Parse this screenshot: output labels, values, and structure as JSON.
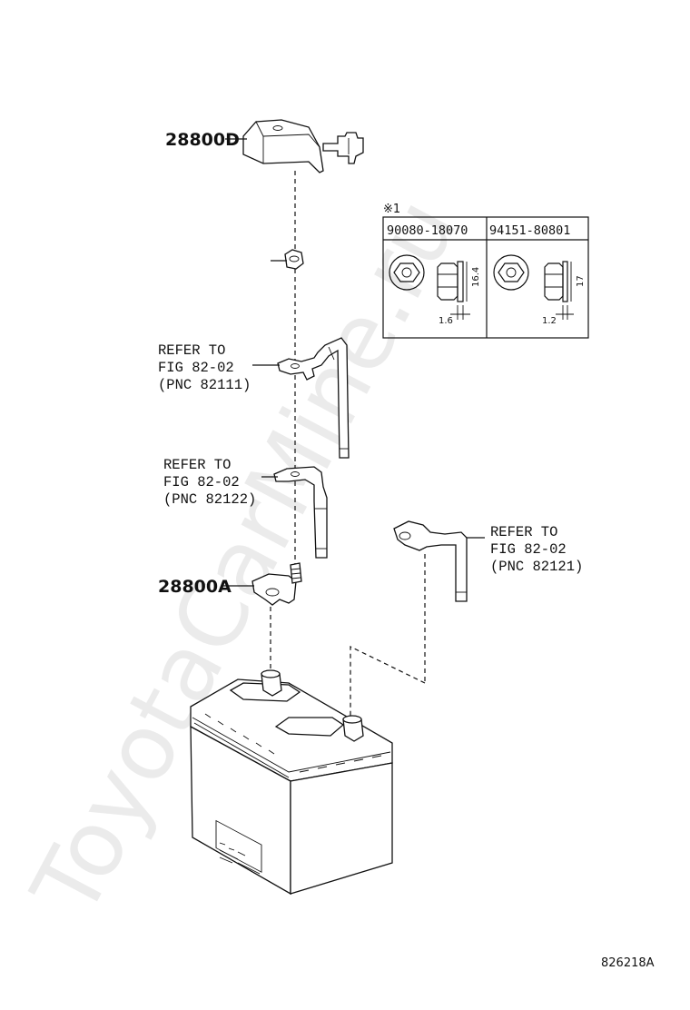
{
  "watermark": "ToyotaCarMine.ru",
  "parts": {
    "cover": "28800D",
    "clamp": "28800A"
  },
  "references": [
    {
      "line1": "REFER TO",
      "line2": "FIG 82-02",
      "line3": "(PNC 82111)"
    },
    {
      "line1": "REFER TO",
      "line2": "FIG 82-02",
      "line3": "(PNC 82122)"
    },
    {
      "line1": "REFER TO",
      "line2": "FIG 82-02",
      "line3": "(PNC 82121)"
    }
  ],
  "inset": {
    "note": "※1",
    "columns": [
      {
        "part_no": "90080-18070",
        "dim_height": "16.4",
        "dim_width": "1.6"
      },
      {
        "part_no": "94151-80801",
        "dim_height": "17",
        "dim_width": "1.2"
      }
    ]
  },
  "figure_id": "826218A"
}
